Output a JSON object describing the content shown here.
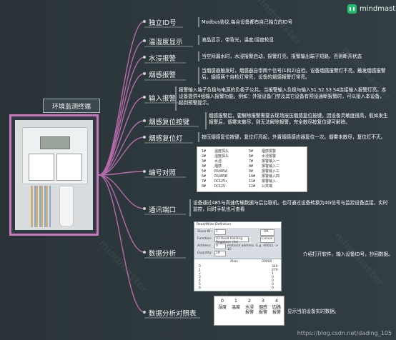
{
  "brand": {
    "name": "mindmaster"
  },
  "watermark": "mindmaster",
  "root": {
    "title": "环境监测终端"
  },
  "branches": [
    {
      "label": "独立ID号",
      "desc": "Modbus协议,每台设备都有自己独立的ID号"
    },
    {
      "label": "温湿度显示",
      "desc": "液晶显示，带背光，温度/湿度轮显"
    },
    {
      "label": "水浸报警",
      "desc": "当空间漏水时，水浸报警启动，报警灯亮。报警输出端子短路，否则断开状态"
    },
    {
      "label": "烟感报警",
      "desc": "当烟感器触发时，烟感器自带两个信号(1和2)自检。设备烟感报警灯不亮。触发烟感报警后，烟感两个自检灯常亮，设备的烟感报警灯常亮。"
    },
    {
      "label": "输入报警",
      "desc": "报警输入端子负极与电源的负极子公共。当报警输入负极与输入S1.S2.S3.S4连接输入报警灯亮。本设备提供4组输入报警功能。例如：外接设备门禁及其它设备有预设通断报警时，可以接入本设备，起到预警提示。"
    },
    {
      "label": "烟感复位按键",
      "desc": "烟感报警后，要解除报警需要去现场按压烟感复位按键。因设备灵敏度很高，假如发生报警后，烟雾未散尽，则无法解除报警。完全散尽按复位键可解除。"
    },
    {
      "label": "烟感复位灯",
      "desc": "按压烟感复位按键，复位灯亮起，外置烟感感应器复位一次。烟雾未散尽，复位灯不灭。"
    },
    {
      "label": "编号对照",
      "desc": ""
    },
    {
      "label": "通讯端口",
      "desc": "设备通过485与高速传输数据与后台联机。也可通过设备转换为4G信号与监控设备连接，实时监控，同时手机也可查看"
    },
    {
      "label": "数据分析",
      "desc": "介绍打开软件，输入设备ID号，抄回数据。"
    },
    {
      "label": "数据分析对照表",
      "desc": "显示当前设备实时数据。"
    }
  ],
  "mapping_table": {
    "rows": [
      [
        "1#",
        "温度探头",
        "5#",
        "烟感报警"
      ],
      [
        "2#",
        "湿度探头",
        "6#",
        "水浸报警"
      ],
      [
        "3#",
        "水浸",
        "7#",
        "报警输入一"
      ],
      [
        "4#",
        "烟感",
        "8#",
        "报警输入二"
      ],
      [
        "5#",
        "RS485A",
        "9#",
        "报警输入三"
      ],
      [
        "6#",
        "RS485B",
        "10#",
        "报警输入四"
      ],
      [
        "7#",
        "DC12V+",
        "11#",
        "报警输入-"
      ],
      [
        "8#",
        "DC12V-",
        "12#",
        "公共端"
      ]
    ]
  },
  "software": {
    "window_title": "Read/Write Definition",
    "fields": [
      {
        "label": "Slave ID:",
        "value": "1"
      },
      {
        "label": "Function:",
        "value": "03 Read Holding Registers (4x)"
      },
      {
        "label": "Address:",
        "value": "0"
      },
      {
        "label": "Quantity:",
        "value": "10"
      }
    ],
    "protocol_address": "Protocol address. E.g. 40011 -> 10",
    "buttons": [
      "OK",
      "Cancel"
    ],
    "grid_header": [
      "Alias",
      "00000"
    ],
    "grid_rows": [
      [
        "0",
        "",
        "340"
      ],
      [
        "1",
        "",
        "279"
      ],
      [
        "2",
        "",
        "1"
      ],
      [
        "3",
        "",
        "0"
      ],
      [
        "4",
        "",
        "0"
      ],
      [
        "5",
        "",
        "0"
      ],
      [
        "6",
        "",
        "0"
      ]
    ]
  },
  "compare_panel": {
    "numbers": [
      "0",
      "1",
      "2",
      "3",
      "4"
    ],
    "labels": [
      "湿度",
      "温度",
      "水浸报警",
      "烟感报警",
      "四路报警"
    ]
  },
  "footer": "https://blog.csdn.net/dading_105"
}
